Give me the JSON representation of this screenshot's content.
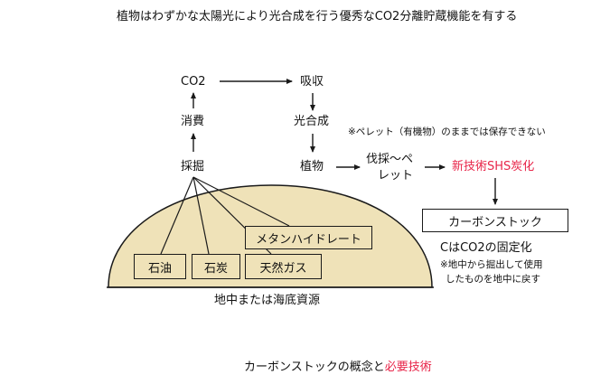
{
  "title": "植物はわずかな太陽光により光合成を行う優秀なCO2分離貯蔵機能を有する",
  "nodes": {
    "co2": "CO2",
    "absorb": "吸収",
    "photosynthesis": "光合成",
    "plant": "植物",
    "consume": "消費",
    "extract": "採掘",
    "harvest_line1": "伐採～ペ",
    "harvest_line2": "レット",
    "new_tech": "新技術SHS炭化",
    "carbon_stock": "カーボンストック"
  },
  "notes": {
    "pellet_note": "※ペレット（有機物）のままでは保存できない",
    "fixation": "CはCO2の固定化",
    "reburial_line1": "※地中から掘出して使用",
    "reburial_line2": "したものを地中に戻す"
  },
  "resources": {
    "oil": "石油",
    "coal": "石炭",
    "gas": "天然ガス",
    "methane": "メタンハイドレート",
    "caption": "地中または海底資源"
  },
  "caption": {
    "prefix": "カーボンストックの概念と",
    "highlight": "必要技術"
  },
  "colors": {
    "accent": "#e8264a",
    "ground": "#efe2b8",
    "line": "#1a1a1a"
  }
}
